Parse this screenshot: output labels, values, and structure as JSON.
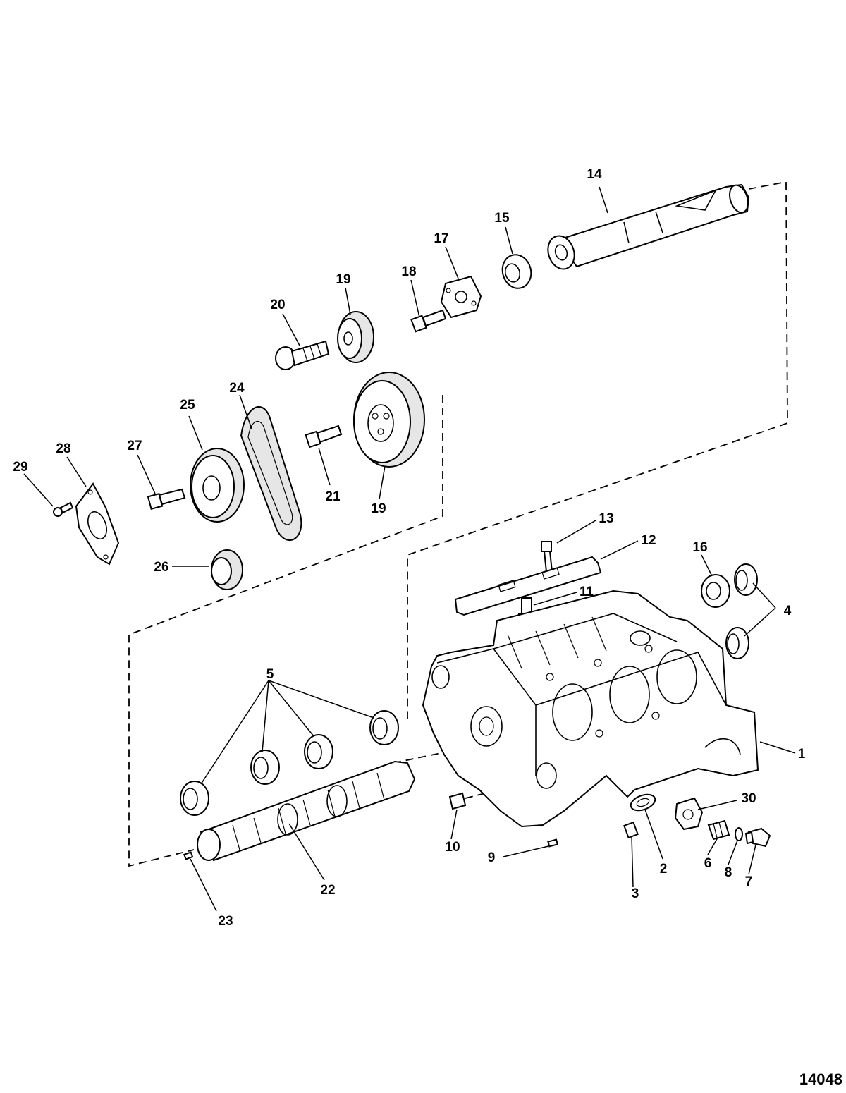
{
  "figure_number": "14048",
  "callouts": {
    "c1": "1",
    "c2": "2",
    "c3": "3",
    "c4": "4",
    "c5": "5",
    "c6": "6",
    "c7": "7",
    "c8": "8",
    "c9": "9",
    "c10": "10",
    "c11": "11",
    "c12": "12",
    "c13": "13",
    "c14": "14",
    "c15": "15",
    "c16": "16",
    "c17": "17",
    "c18": "18",
    "c19a": "19",
    "c19b": "19",
    "c20": "20",
    "c21": "21",
    "c22": "22",
    "c23": "23",
    "c24": "24",
    "c25": "25",
    "c26": "26",
    "c27": "27",
    "c28": "28",
    "c29": "29",
    "c30": "30"
  }
}
